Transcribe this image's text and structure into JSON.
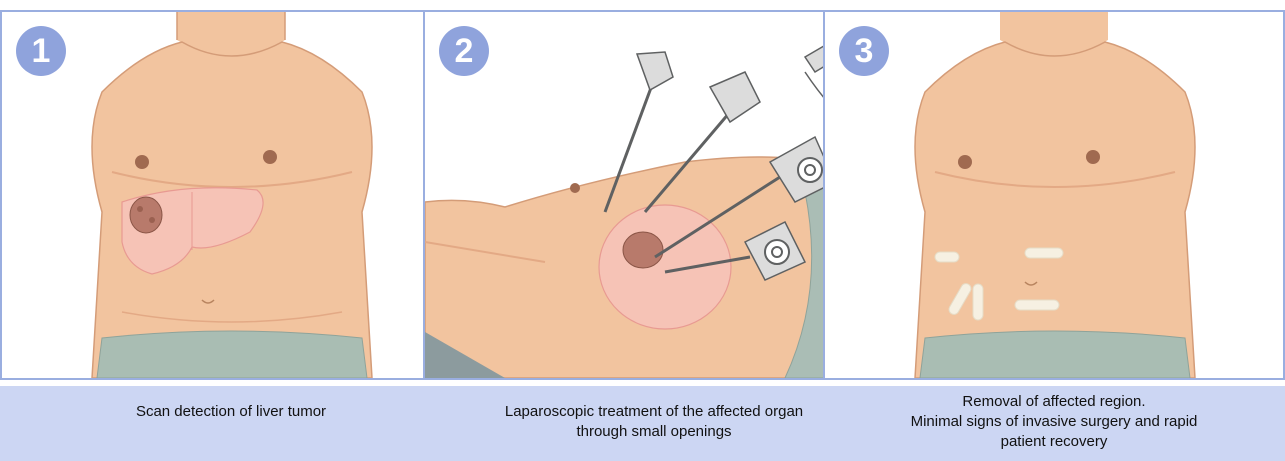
{
  "colors": {
    "frame_border": "#9aaee0",
    "badge_fill": "#8fa3dc",
    "caption_bg": "#ccd6f3",
    "skin": "#f2c49f",
    "skin_shadow": "#e8ad86",
    "liver": "#f7c3bd",
    "tumor": "#b87a6b",
    "pants": "#a9bdb3",
    "bandage": "#f6f0e2"
  },
  "panels": [
    {
      "number": "1",
      "caption_lines": [
        "Scan detection of liver tumor"
      ],
      "illustration": "torso-with-liver-tumor"
    },
    {
      "number": "2",
      "caption_lines": [
        "Laparoscopic treatment of the affected organ",
        "through small openings"
      ],
      "illustration": "laparoscopic-instruments-in-abdomen"
    },
    {
      "number": "3",
      "caption_lines": [
        "Removal of affected region.",
        "Minimal signs of invasive surgery and rapid",
        "patient recovery"
      ],
      "illustration": "torso-with-small-bandages"
    }
  ]
}
